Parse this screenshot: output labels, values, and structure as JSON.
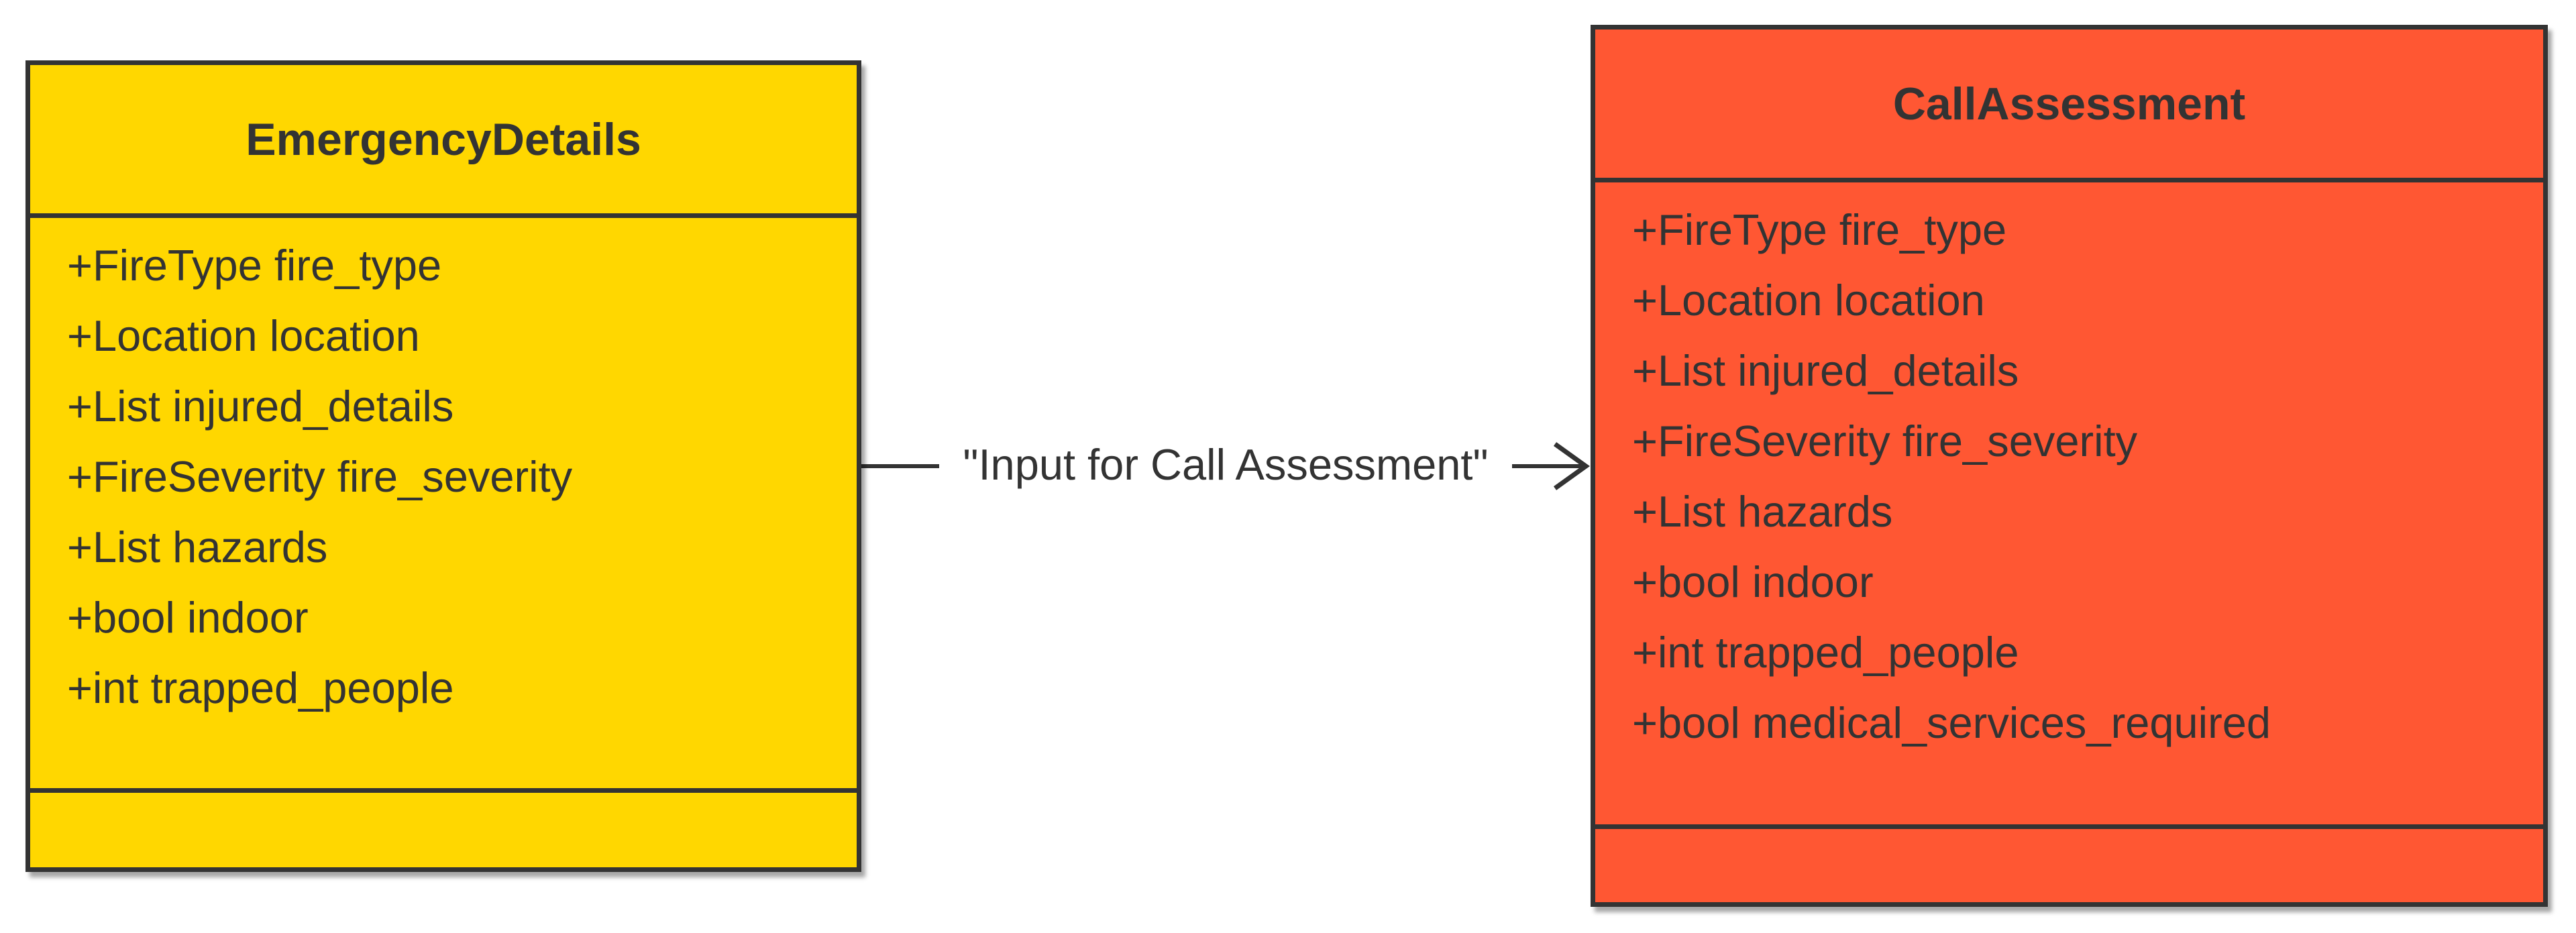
{
  "colors": {
    "emergency_fill": "#FFD700",
    "assessment_fill": "#FF5733",
    "stroke": "#333333",
    "text": "#333333"
  },
  "classes": [
    {
      "name": "EmergencyDetails",
      "attributes": [
        "+FireType fire_type",
        "+Location location",
        "+List injured_details",
        "+FireSeverity fire_severity",
        "+List hazards",
        "+bool indoor",
        "+int trapped_people"
      ],
      "methods": []
    },
    {
      "name": "CallAssessment",
      "attributes": [
        "+FireType fire_type",
        "+Location location",
        "+List injured_details",
        "+FireSeverity fire_severity",
        "+List hazards",
        "+bool indoor",
        "+int trapped_people",
        "+bool medical_services_required"
      ],
      "methods": []
    }
  ],
  "relation": {
    "label": "\"Input for Call Assessment\""
  }
}
